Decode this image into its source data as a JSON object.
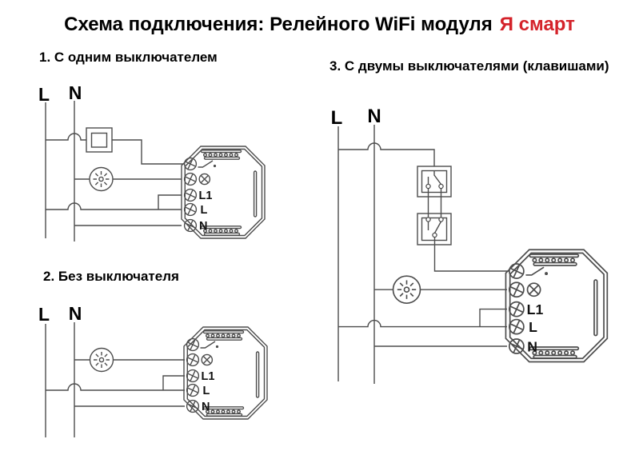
{
  "title": {
    "text_black": "Схема подключения: Релейного WiFi модуля",
    "text_red": "Я смарт"
  },
  "sections": {
    "one": "1. С одним выключателем",
    "two": "2. Без выключателя",
    "three": "3. С двумы выключателями (клавишами)"
  },
  "supply": {
    "line": "L",
    "neutral": "N"
  },
  "module": {
    "terminal_switch_icon": "switch-icon",
    "terminal_lamp_icon": "lamp-icon",
    "terminal_l1": "L1",
    "terminal_l": "L",
    "terminal_n": "N"
  },
  "colors": {
    "wire": "#4d4d4d",
    "title_red": "#d4222a",
    "text": "#000000",
    "background": "#ffffff"
  }
}
